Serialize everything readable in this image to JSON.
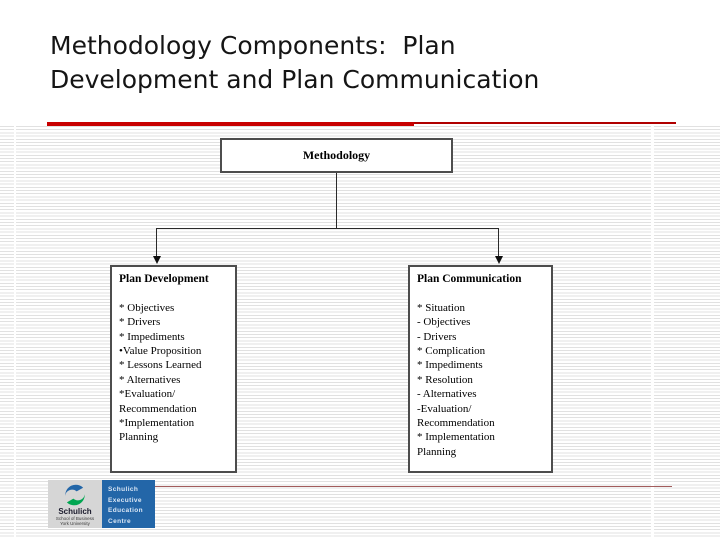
{
  "slide": {
    "title": "Methodology Components:  Plan\nDevelopment and Plan Communication"
  },
  "diagram": {
    "root_label": "Methodology",
    "left_box": {
      "title": "Plan Development",
      "items": [
        "* Objectives",
        "* Drivers",
        "* Impediments",
        "•Value Proposition",
        "* Lessons Learned",
        "* Alternatives",
        "*Evaluation/",
        "Recommendation",
        "*Implementation",
        "Planning"
      ]
    },
    "right_box": {
      "title": "Plan Communication",
      "items": [
        "* Situation",
        "- Objectives",
        "- Drivers",
        "* Complication",
        "* Impediments",
        "* Resolution",
        "- Alternatives",
        "-Evaluation/",
        "Recommendation",
        "* Implementation",
        "Planning"
      ]
    }
  },
  "logo": {
    "wordmark": "Schulich",
    "sub_line1": "School of Business",
    "sub_line2": "York University",
    "unit_lines": [
      "Schulich",
      "Executive",
      "Education",
      "Centre"
    ]
  },
  "colors": {
    "accent_red": "#c80000",
    "accent_line_red": "#b00000",
    "divider_maroon": "#a25c5c",
    "logo_blue": "#2366a8",
    "logo_green": "#00a651",
    "logo_gray": "#d6d6d6",
    "box_border": "#4d4d4d"
  }
}
